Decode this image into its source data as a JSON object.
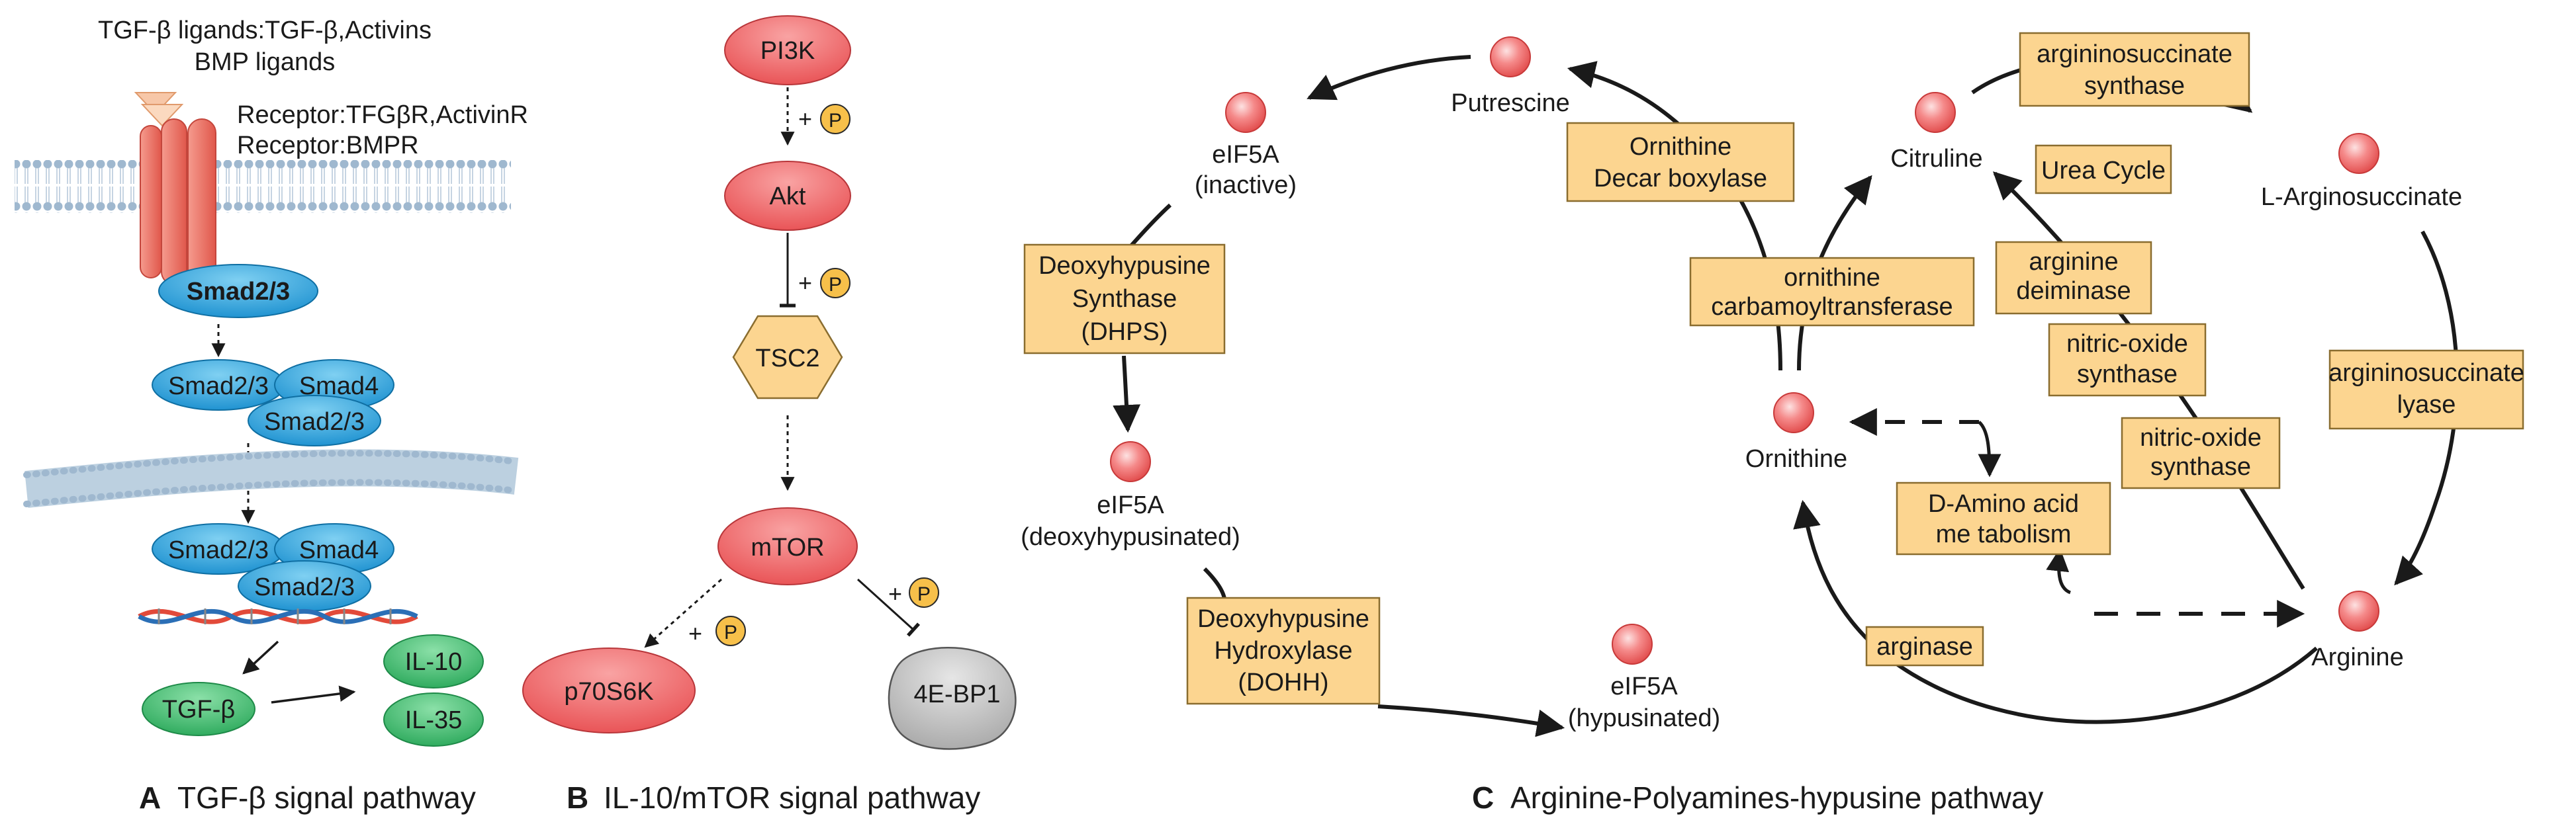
{
  "panelA": {
    "ligands_line1": "TGF-β ligands:TGF-β,Activins",
    "ligands_line2": "BMP ligands",
    "receptor_line1": "Receptor:TFGβR,ActivinR",
    "receptor_line2": "Receptor:BMPR",
    "smad23": "Smad2/3",
    "smad4": "Smad4",
    "tgfb": "TGF-β",
    "il10": "IL-10",
    "il35": "IL-35",
    "caption_letter": "A",
    "caption": "TGF-β signal pathway"
  },
  "panelB": {
    "pi3k": "PI3K",
    "akt": "Akt",
    "tsc2": "TSC2",
    "mtor": "mTOR",
    "p70s6k": "p70S6K",
    "ebp1": "4E-BP1",
    "plus": "+",
    "phospho": "P",
    "caption_letter": "B",
    "caption": "IL-10/mTOR signal pathway"
  },
  "panelC": {
    "putrescine": "Putrescine",
    "eif5a_inactive_1": "eIF5A",
    "eif5a_inactive_2": "(inactive)",
    "eif5a_deoxy_1": "eIF5A",
    "eif5a_deoxy_2": "(deoxyhypusinated)",
    "eif5a_hyp_1": "eIF5A",
    "eif5a_hyp_2": "(hypusinated)",
    "dhps_1": "Deoxyhypusine",
    "dhps_2": "Synthase",
    "dhps_3": "(DHPS)",
    "dohh_1": "Deoxyhypusine",
    "dohh_2": "Hydroxylase",
    "dohh_3": "(DOHH)",
    "odc_1": "Ornithine",
    "odc_2": "Decar boxylase",
    "otc_1": "ornithine",
    "otc_2": "carbamoyltransferase",
    "citruline": "Citruline",
    "ass_1": "argininosuccinate",
    "ass_2": "synthase",
    "l_argsucc": "L-Arginosuccinate",
    "urea_cycle": "Urea Cycle",
    "arg_deiminase_1": "arginine",
    "arg_deiminase_2": "deiminase",
    "nos1_1": "nitric-oxide",
    "nos1_2": "synthase",
    "nos2_1": "nitric-oxide",
    "nos2_2": "synthase",
    "asl_1": "argininosuccinate",
    "asl_2": "lyase",
    "ornithine": "Ornithine",
    "damino_1": "D-Amino acid",
    "damino_2": "me tabolism",
    "arginase": "arginase",
    "arginine": "Arginine",
    "caption_letter": "C",
    "caption": "Arginine-Polyamines-hypusine pathway"
  },
  "colors": {
    "smad_blue": "#2a9fd6",
    "node_red": "#f06b6b",
    "il_green": "#3cb86a",
    "enzyme_box": "#fcd590",
    "phospho_yellow": "#f7c04a",
    "receptor_red": "#ee6b5f"
  }
}
